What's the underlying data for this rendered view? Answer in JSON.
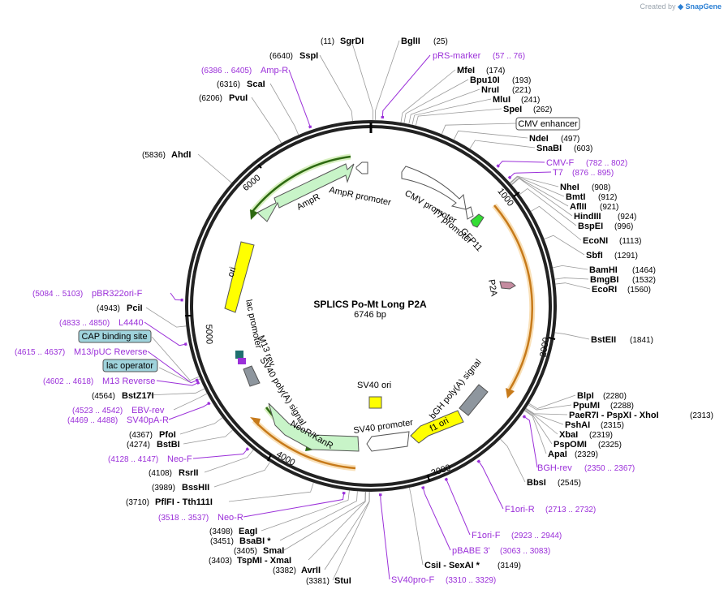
{
  "credit": {
    "prefix": "Created by",
    "brand": "SnapGene"
  },
  "plasmid": {
    "name": "SPLICS Po-Mt Long P2A",
    "length": "6746 bp",
    "total": 6746
  },
  "ticks": [
    "1000",
    "2000",
    "3000",
    "4000",
    "5000",
    "6000"
  ],
  "colors": {
    "primer": "#9b30d9",
    "orange": "#f2a33a",
    "green": "#3a8f1f",
    "yellow": "#ffff00",
    "gray": "#8e969e"
  },
  "enzymes": [
    {
      "name": "SgrDI",
      "pos": "(11)"
    },
    {
      "name": "BglII",
      "pos": "(25)"
    },
    {
      "name": "MfeI",
      "pos": "(174)"
    },
    {
      "name": "Bpu10I",
      "pos": "(193)"
    },
    {
      "name": "NruI",
      "pos": "(221)"
    },
    {
      "name": "MluI",
      "pos": "(241)"
    },
    {
      "name": "SpeI",
      "pos": "(262)"
    },
    {
      "name": "NdeI",
      "pos": "(497)"
    },
    {
      "name": "SnaBI",
      "pos": "(603)"
    },
    {
      "name": "NheI",
      "pos": "(908)"
    },
    {
      "name": "BmtI",
      "pos": "(912)"
    },
    {
      "name": "AflII",
      "pos": "(921)"
    },
    {
      "name": "HindIII",
      "pos": "(924)"
    },
    {
      "name": "BspEI",
      "pos": "(996)"
    },
    {
      "name": "EcoNI",
      "pos": "(1113)"
    },
    {
      "name": "SbfI",
      "pos": "(1291)"
    },
    {
      "name": "BamHI",
      "pos": "(1464)"
    },
    {
      "name": "BmgBI",
      "pos": "(1532)"
    },
    {
      "name": "EcoRI",
      "pos": "(1560)"
    },
    {
      "name": "BstEII",
      "pos": "(1841)"
    },
    {
      "name": "BlpI",
      "pos": "(2280)"
    },
    {
      "name": "PpuMI",
      "pos": "(2288)"
    },
    {
      "name": "PaeR7I - PspXI - XhoI",
      "pos": "(2313)"
    },
    {
      "name": "PshAI",
      "pos": "(2315)"
    },
    {
      "name": "XbaI",
      "pos": "(2319)"
    },
    {
      "name": "PspOMI",
      "pos": "(2325)"
    },
    {
      "name": "ApaI",
      "pos": "(2329)"
    },
    {
      "name": "BbsI",
      "pos": "(2545)"
    },
    {
      "name": "CsiI - SexAI *",
      "pos": "(3149)"
    },
    {
      "name": "StuI",
      "pos": "(3381)"
    },
    {
      "name": "AvrII",
      "pos": "(3382)"
    },
    {
      "name": "TspMI - XmaI",
      "pos": "(3403)"
    },
    {
      "name": "SmaI",
      "pos": "(3405)"
    },
    {
      "name": "BsaBI *",
      "pos": "(3451)"
    },
    {
      "name": "EagI",
      "pos": "(3498)"
    },
    {
      "name": "PflFI - Tth111I",
      "pos": "(3710)"
    },
    {
      "name": "BssHII",
      "pos": "(3989)"
    },
    {
      "name": "RsrII",
      "pos": "(4108)"
    },
    {
      "name": "BstBI",
      "pos": "(4274)"
    },
    {
      "name": "PfoI",
      "pos": "(4367)"
    },
    {
      "name": "BstZ17I",
      "pos": "(4564)"
    },
    {
      "name": "PciI",
      "pos": "(4943)"
    },
    {
      "name": "AhdI",
      "pos": "(5836)"
    },
    {
      "name": "PvuI",
      "pos": "(6206)"
    },
    {
      "name": "ScaI",
      "pos": "(6316)"
    },
    {
      "name": "SspI",
      "pos": "(6640)"
    }
  ],
  "primers": [
    {
      "name": "pRS-marker",
      "range": "(57 .. 76)"
    },
    {
      "name": "CMV-F",
      "range": "(782 .. 802)"
    },
    {
      "name": "T7",
      "range": "(876 .. 895)"
    },
    {
      "name": "BGH-rev",
      "range": "(2350 .. 2367)"
    },
    {
      "name": "F1ori-R",
      "range": "(2713 .. 2732)"
    },
    {
      "name": "F1ori-F",
      "range": "(2923 .. 2944)"
    },
    {
      "name": "pBABE 3'",
      "range": "(3063 .. 3083)"
    },
    {
      "name": "SV40pro-F",
      "range": "(3310 .. 3329)"
    },
    {
      "name": "Neo-R",
      "range": "(3518 .. 3537)"
    },
    {
      "name": "Neo-F",
      "range": "(4128 .. 4147)"
    },
    {
      "name": "SV40pA-R",
      "range": "(4469 .. 4488)"
    },
    {
      "name": "EBV-rev",
      "range": "(4523 .. 4542)"
    },
    {
      "name": "M13 Reverse",
      "range": "(4602 .. 4618)"
    },
    {
      "name": "M13/pUC Reverse",
      "range": "(4615 .. 4637)"
    },
    {
      "name": "L4440",
      "range": "(4833 .. 4850)"
    },
    {
      "name": "pBR322ori-F",
      "range": "(5084 .. 5103)"
    },
    {
      "name": "Amp-R",
      "range": "(6386 .. 6405)"
    }
  ],
  "boxed_features": [
    {
      "name": "CMV enhancer"
    },
    {
      "name": "CAP binding site"
    },
    {
      "name": "lac operator"
    }
  ],
  "features": [
    {
      "name": "AmpR promoter"
    },
    {
      "name": "AmpR"
    },
    {
      "name": "CMV promoter"
    },
    {
      "name": "T7 promoter"
    },
    {
      "name": "GFP11"
    },
    {
      "name": "P2A"
    },
    {
      "name": "ori"
    },
    {
      "name": "lac promoter"
    },
    {
      "name": "M13 rev"
    },
    {
      "name": "SV40 poly(A) signal"
    },
    {
      "name": "SV40 ori"
    },
    {
      "name": "bGH poly(A) signal"
    },
    {
      "name": "f1 ori"
    },
    {
      "name": "SV40 promoter"
    },
    {
      "name": "NeoR/KanR"
    }
  ]
}
